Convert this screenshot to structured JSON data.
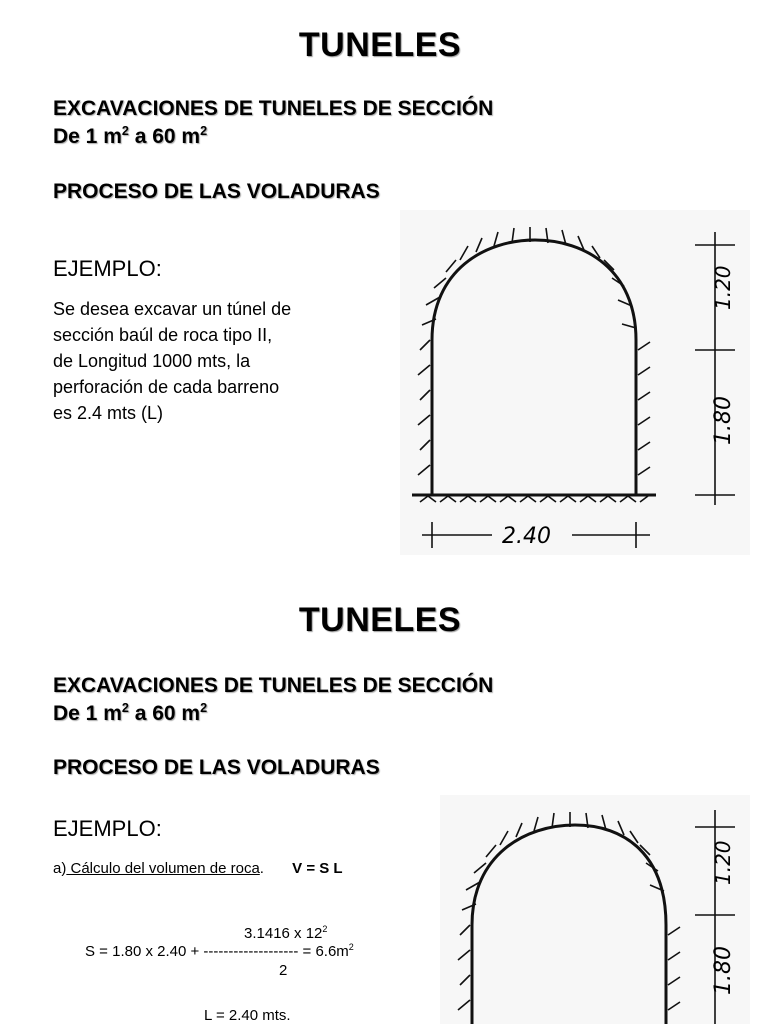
{
  "slides": [
    {
      "title": "TUNELES",
      "heading_line1": "EXCAVACIONES DE TUNELES DE SECCIÓN",
      "heading_line2_prefix": "De 1 m",
      "heading_line2_middle": " a 60 m",
      "superscript": "2",
      "subheading": "PROCESO DE LAS VOLADURAS",
      "ejemplo": "EJEMPLO:",
      "paragraph_lines": [
        "Se desea excavar un túnel de",
        "sección baúl de roca tipo II,",
        "de Longitud 1000 mts, la",
        "perforación de cada barreno",
        "es 2.4 mts (L)"
      ]
    },
    {
      "title": "TUNELES",
      "heading_line1": "EXCAVACIONES DE TUNELES DE SECCIÓN",
      "heading_line2_prefix": "De 1 m",
      "heading_line2_middle": " a 60 m",
      "superscript": "2",
      "subheading": "PROCESO DE LAS VOLADURAS",
      "ejemplo": "EJEMPLO:",
      "step_a_prefix": "a)",
      "step_a_label": " Cálculo del volumen de roca",
      "step_a_period": ".",
      "formula_v": "V = S L",
      "numerator": "3.1416 x 12",
      "numerator_sup": "2",
      "formula_s_left": "S = 1.80 x 2.40 + ",
      "dashes": "-------------------",
      "formula_s_right": " = 6.6m",
      "formula_s_sup": "2",
      "denominator": "2",
      "formula_l": "L = 2.40 mts."
    }
  ],
  "drawing": {
    "dim_top": "1.20",
    "dim_side": "1.80",
    "dim_bottom": "2.40"
  }
}
